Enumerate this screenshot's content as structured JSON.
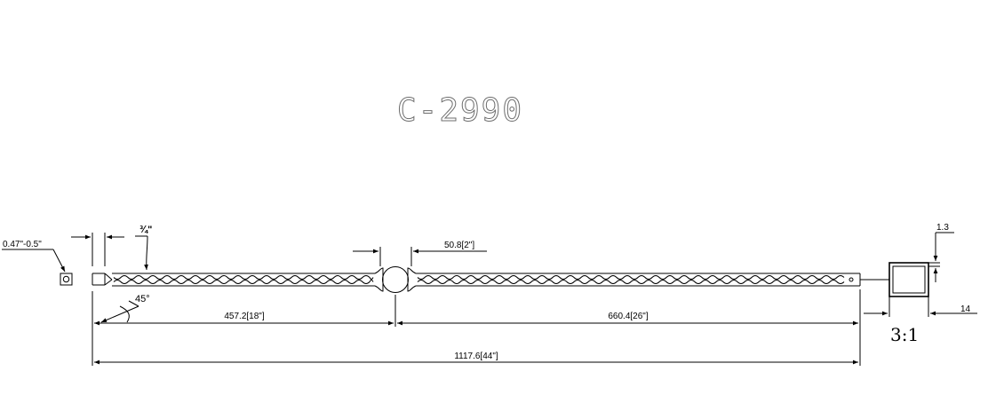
{
  "drawing": {
    "part_number": "C-2990",
    "scale": "3:1",
    "dimensions": {
      "end_gap": "0.47\"-0.5\"",
      "taper_length": "¾\"",
      "chamfer_angle": "45°",
      "collar_width": "50.8[2\"]",
      "left_length": "457.2[18\"]",
      "right_length": "660.4[26\"]",
      "overall_length": "1117.6[44\"]",
      "wall_thickness": "1.3",
      "section_width": "14"
    }
  }
}
